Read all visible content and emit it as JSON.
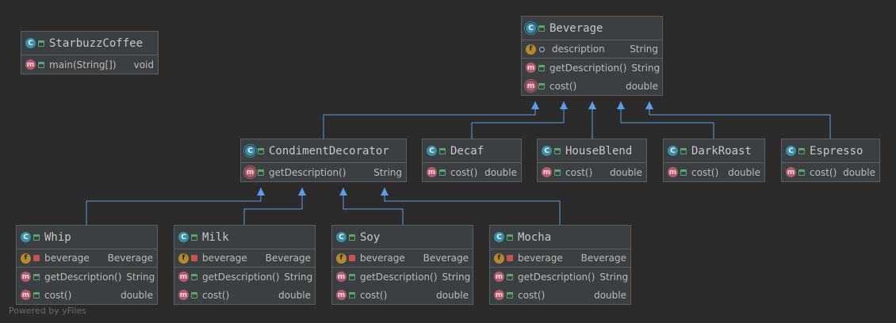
{
  "footer": "Powered by yFiles",
  "nodes": {
    "starbuzz": {
      "name": "StarbuzzCoffee",
      "kind": "c",
      "rows": [
        {
          "icon": "m",
          "name": "main(String[])",
          "type": "void"
        }
      ]
    },
    "beverage": {
      "name": "Beverage",
      "kind": "c-abstract",
      "rows": [
        {
          "icon": "f",
          "name": "description",
          "type": "String"
        },
        {
          "icon": "m",
          "name": "getDescription()",
          "type": "String"
        },
        {
          "icon": "m-abstract",
          "name": "cost()",
          "type": "double"
        }
      ]
    },
    "condiment": {
      "name": "CondimentDecorator",
      "kind": "c-abstract",
      "rows": [
        {
          "icon": "m-abstract",
          "name": "getDescription()",
          "type": "String"
        }
      ]
    },
    "decaf": {
      "name": "Decaf",
      "kind": "c",
      "rows": [
        {
          "icon": "m",
          "name": "cost()",
          "type": "double"
        }
      ]
    },
    "houseblend": {
      "name": "HouseBlend",
      "kind": "c",
      "rows": [
        {
          "icon": "m",
          "name": "cost()",
          "type": "double"
        }
      ]
    },
    "darkroast": {
      "name": "DarkRoast",
      "kind": "c",
      "rows": [
        {
          "icon": "m",
          "name": "cost()",
          "type": "double"
        }
      ]
    },
    "espresso": {
      "name": "Espresso",
      "kind": "c",
      "rows": [
        {
          "icon": "m",
          "name": "cost()",
          "type": "double"
        }
      ]
    },
    "whip": {
      "name": "Whip",
      "kind": "c",
      "rows": [
        {
          "icon": "f",
          "name": "beverage",
          "type": "Beverage"
        },
        {
          "icon": "m",
          "name": "getDescription()",
          "type": "String"
        },
        {
          "icon": "m",
          "name": "cost()",
          "type": "double"
        }
      ]
    },
    "milk": {
      "name": "Milk",
      "kind": "c",
      "rows": [
        {
          "icon": "f",
          "name": "beverage",
          "type": "Beverage"
        },
        {
          "icon": "m",
          "name": "getDescription()",
          "type": "String"
        },
        {
          "icon": "m",
          "name": "cost()",
          "type": "double"
        }
      ]
    },
    "soy": {
      "name": "Soy",
      "kind": "c",
      "rows": [
        {
          "icon": "f",
          "name": "beverage",
          "type": "Beverage"
        },
        {
          "icon": "m",
          "name": "getDescription()",
          "type": "String"
        },
        {
          "icon": "m",
          "name": "cost()",
          "type": "double"
        }
      ]
    },
    "mocha": {
      "name": "Mocha",
      "kind": "c",
      "rows": [
        {
          "icon": "f",
          "name": "beverage",
          "type": "Beverage"
        },
        {
          "icon": "m",
          "name": "getDescription()",
          "type": "String"
        },
        {
          "icon": "m",
          "name": "cost()",
          "type": "double"
        }
      ]
    }
  },
  "icon_letters": {
    "class": "C",
    "method": "m",
    "field": "f"
  },
  "colors": {
    "background": "#2b2b2b",
    "node": "#3c3f41",
    "border": "#5e6060",
    "arrow": "#5d9ce8"
  }
}
